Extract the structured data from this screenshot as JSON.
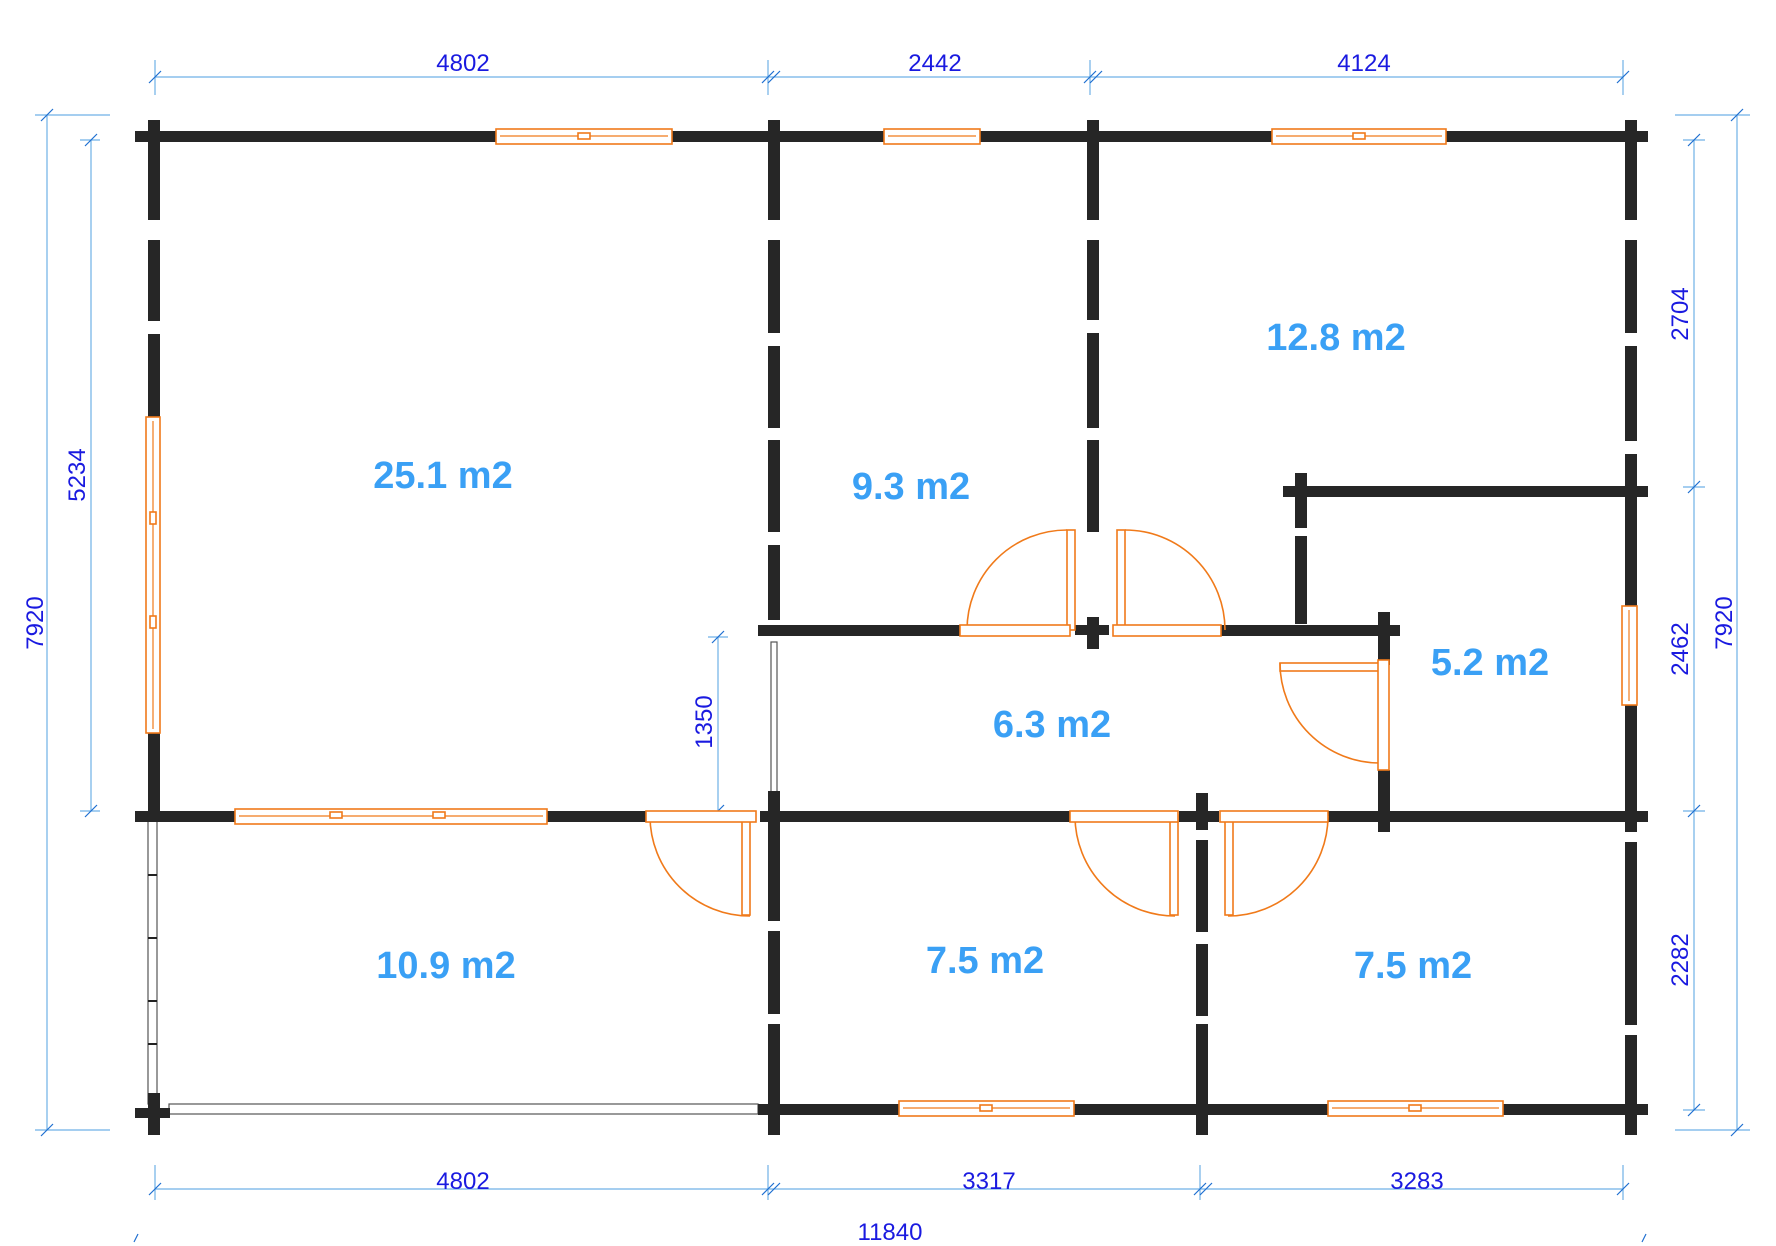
{
  "colors": {
    "wall": "#262626",
    "opening": "#f07a1a",
    "dimension_line": "#6fb0e6",
    "dimension_text": "#1a1ae0",
    "area_text": "#3aa0f5"
  },
  "dimensions": {
    "top": [
      "4802",
      "2442",
      "4124"
    ],
    "bottom": [
      "4802",
      "3317",
      "3283"
    ],
    "total_width": "11840",
    "left_outer": "7920",
    "left_inner": "5234",
    "right_outer": "7920",
    "right_top": "2704",
    "right_middle": "2462",
    "right_bottom": "2282",
    "interior": "1350"
  },
  "rooms": [
    {
      "area": "25.1 m2"
    },
    {
      "area": "9.3 m2"
    },
    {
      "area": "12.8 m2"
    },
    {
      "area": "5.2 m2"
    },
    {
      "area": "6.3 m2"
    },
    {
      "area": "10.9 m2"
    },
    {
      "area": "7.5 m2"
    },
    {
      "area": "7.5 m2"
    }
  ]
}
